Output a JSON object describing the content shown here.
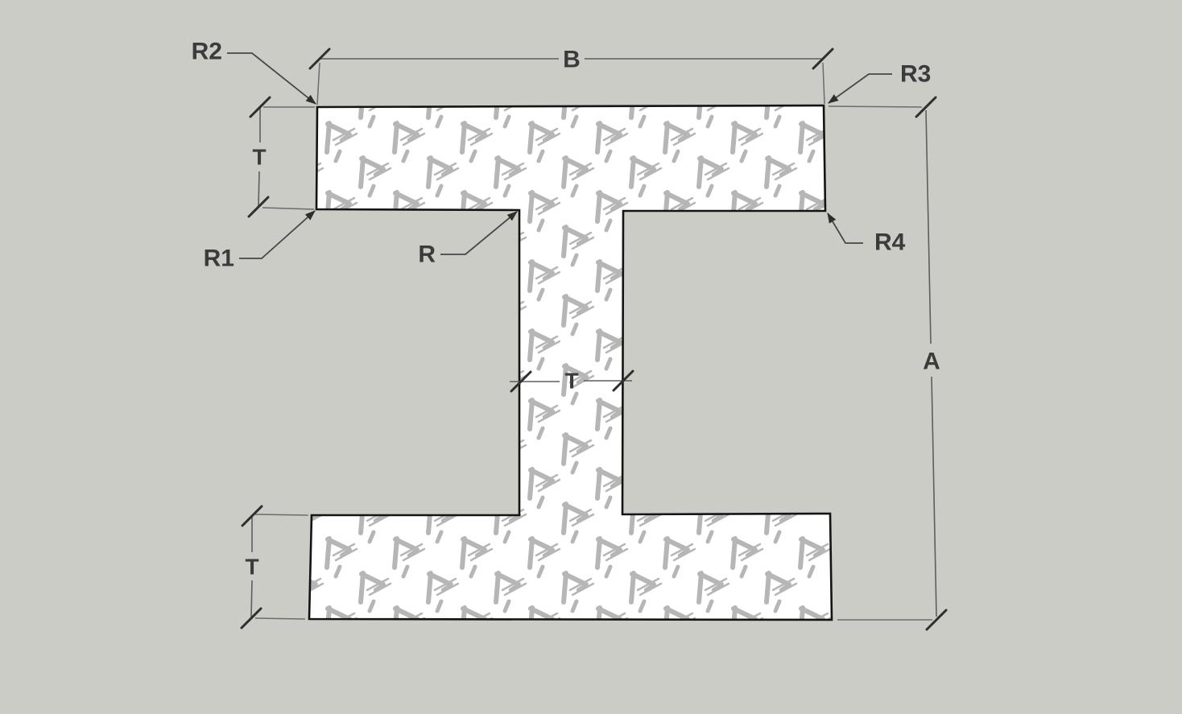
{
  "drawing": {
    "title": "I-beam cross-section dimension drawing",
    "shape": "I-beam profile",
    "labels": {
      "b": "B",
      "a": "A",
      "t_top_flange": "T",
      "t_web": "T",
      "t_bottom_flange": "T",
      "r_fillet": "R",
      "r1": "R1",
      "r2": "R2",
      "r3": "R3",
      "r4": "R4"
    },
    "colors": {
      "background": "#cbccc5",
      "shape_fill": "#ffffff",
      "shape_outline": "#141414",
      "dimension_line": "#5e5e5e",
      "tick_mark": "#2e2e2e",
      "label_text": "#3b3b3b",
      "watermark": "#b6b6b6"
    },
    "icons": {
      "watermark": "app-logo-watermark",
      "arrowhead": "leader-arrowhead-icon",
      "tick": "dimension-slash-tick"
    }
  }
}
